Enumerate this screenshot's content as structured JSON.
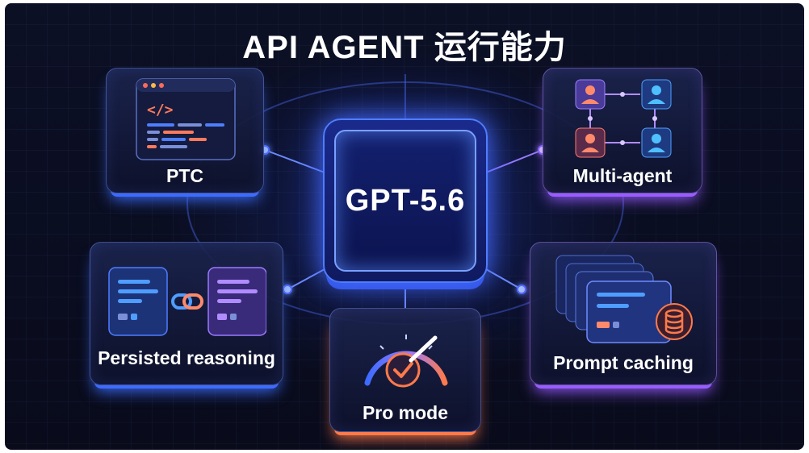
{
  "title": "API AGENT 运行能力",
  "center": {
    "label": "GPT-5.6"
  },
  "nodes": {
    "ptc": {
      "label": "PTC",
      "icon": "code-window-icon"
    },
    "multi_agent": {
      "label": "Multi-agent",
      "icon": "agent-network-icon"
    },
    "persisted_reasoning": {
      "label": "Persisted reasoning",
      "icon": "linked-documents-icon"
    },
    "pro_mode": {
      "label": "Pro mode",
      "icon": "speedometer-icon"
    },
    "prompt_caching": {
      "label": "Prompt caching",
      "icon": "stacked-cards-database-icon"
    }
  },
  "colors": {
    "background": "#0a0d20",
    "blue_accent": "#3d6bff",
    "purple_accent": "#9a5bff",
    "orange_accent": "#ff7a4a",
    "code_glyph": "#ff7a5c"
  }
}
